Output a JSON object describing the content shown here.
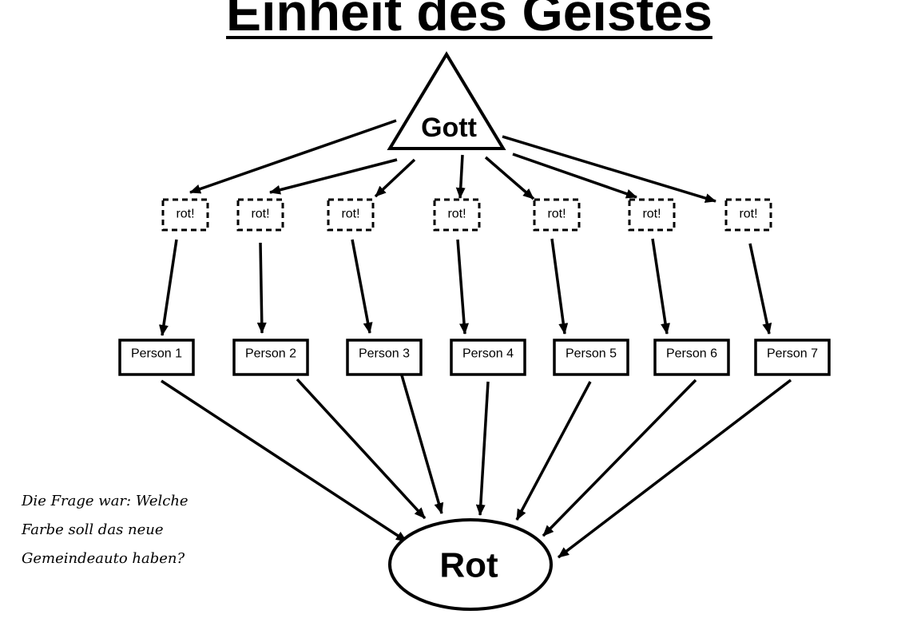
{
  "title": "Einheit des Geistes",
  "top_node": "Gott",
  "bottom_node": "Rot",
  "message_label": "rot!",
  "people": [
    "Person 1",
    "Person 2",
    "Person 3",
    "Person 4",
    "Person 5",
    "Person 6",
    "Person 7"
  ],
  "note_lines": [
    "Die Frage war: Welche",
    "Farbe soll das neue",
    "Gemeindeauto haben?"
  ]
}
